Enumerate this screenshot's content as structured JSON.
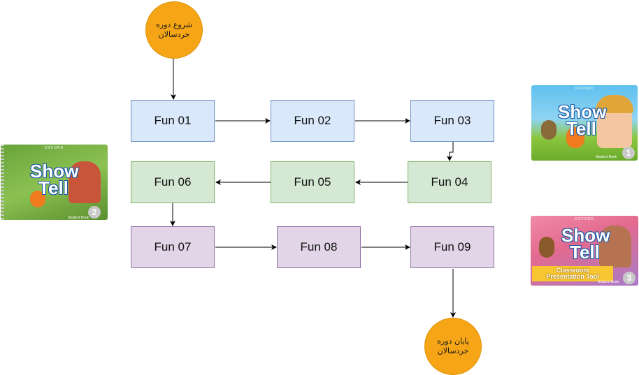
{
  "start": {
    "label": "شروع دوره\nخردسالان"
  },
  "end": {
    "label": "پایان دوره\nخردسالان"
  },
  "nodes": [
    {
      "id": "fun01",
      "label": "Fun 01",
      "color": "#dae8fc"
    },
    {
      "id": "fun02",
      "label": "Fun 02",
      "color": "#dae8fc"
    },
    {
      "id": "fun03",
      "label": "Fun 03",
      "color": "#dae8fc"
    },
    {
      "id": "fun04",
      "label": "Fun 04",
      "color": "#d5e8d4"
    },
    {
      "id": "fun05",
      "label": "Fun 05",
      "color": "#d5e8d4"
    },
    {
      "id": "fun06",
      "label": "Fun 06",
      "color": "#d5e8d4"
    },
    {
      "id": "fun07",
      "label": "Fun 07",
      "color": "#e1d5e7"
    },
    {
      "id": "fun08",
      "label": "Fun 08",
      "color": "#e1d5e7"
    },
    {
      "id": "fun09",
      "label": "Fun 09",
      "color": "#e1d5e7"
    }
  ],
  "books": {
    "book1": {
      "publisher": "OXFORD",
      "title_1": "Show",
      "title_and": "and",
      "title_2": "Tell",
      "number": "1",
      "caption": "Student Book"
    },
    "book2": {
      "publisher": "OXFORD",
      "title_1": "Show",
      "title_and": "and",
      "title_2": "Tell",
      "number": "2",
      "caption": "Student Book"
    },
    "book3": {
      "publisher": "OXFORD",
      "title_1": "Show",
      "title_and": "and",
      "title_2": "Tell",
      "number": "3",
      "caption": "Student Book",
      "tool": "Classroom\nPresentation Tool"
    }
  },
  "colors": {
    "circle": "#f5a515",
    "edge": "#000000"
  }
}
